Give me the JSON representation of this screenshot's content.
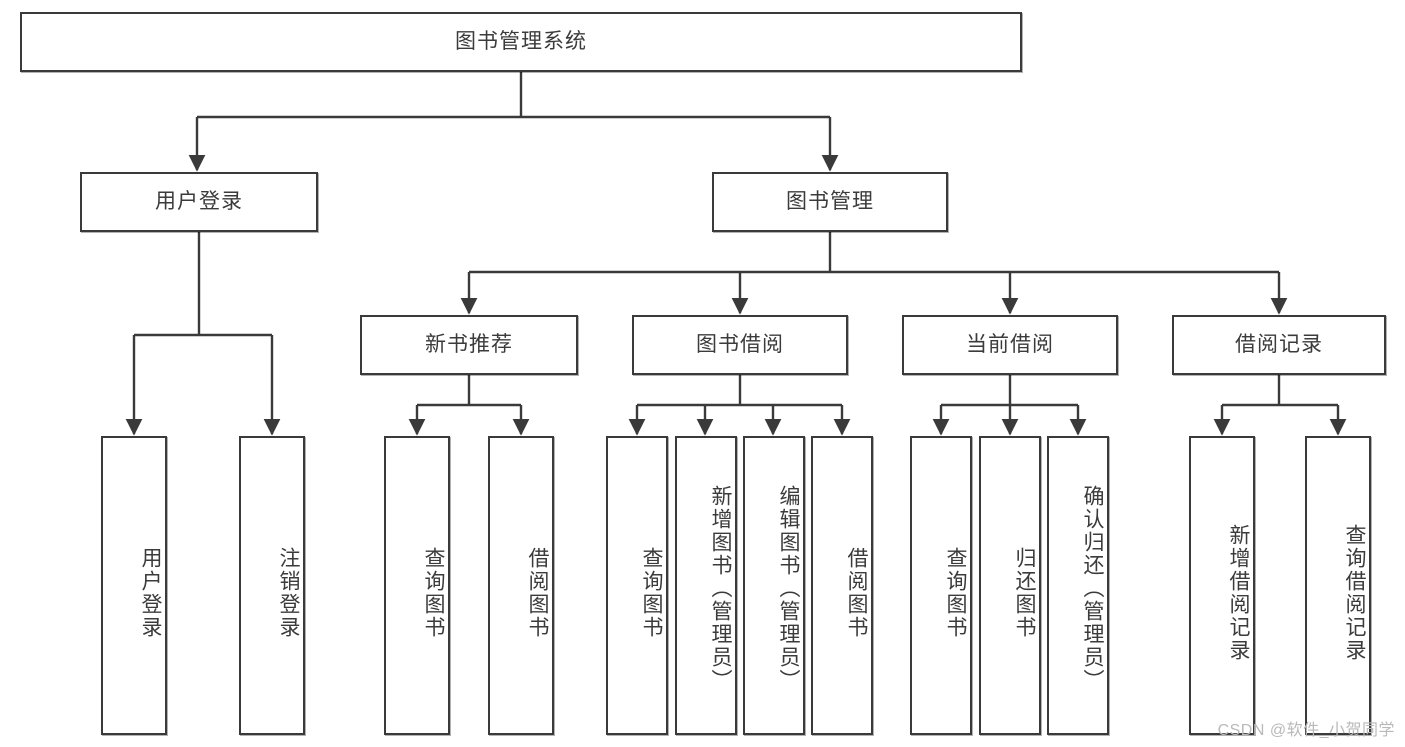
{
  "diagram": {
    "title": "图书管理系统",
    "type": "tree",
    "root": {
      "label": "图书管理系统"
    },
    "level2": [
      {
        "label": "用户登录"
      },
      {
        "label": "图书管理"
      }
    ],
    "level3": [
      {
        "label": "新书推荐"
      },
      {
        "label": "图书借阅"
      },
      {
        "label": "当前借阅"
      },
      {
        "label": "借阅记录"
      }
    ],
    "leaves": {
      "user_login": [
        {
          "label": "用户登录"
        },
        {
          "label": "注销登录"
        }
      ],
      "new_book": [
        {
          "label": "查询图书"
        },
        {
          "label": "借阅图书"
        }
      ],
      "book_borrow": [
        {
          "label": "查询图书"
        },
        {
          "label": "新增图书（管理员）"
        },
        {
          "label": "编辑图书（管理员）"
        },
        {
          "label": "借阅图书"
        }
      ],
      "current_borrow": [
        {
          "label": "查询图书"
        },
        {
          "label": "归还图书"
        },
        {
          "label": "确认归还（管理员）"
        }
      ],
      "borrow_record": [
        {
          "label": "新增借阅记录"
        },
        {
          "label": "查询借阅记录"
        }
      ]
    }
  },
  "watermark": {
    "text": "CSDN @软件_小贺同学"
  },
  "colors": {
    "stroke": "#3a3a3a",
    "text": "#3b3b3b",
    "background": "#ffffff",
    "watermark": "#b9b9b9"
  }
}
